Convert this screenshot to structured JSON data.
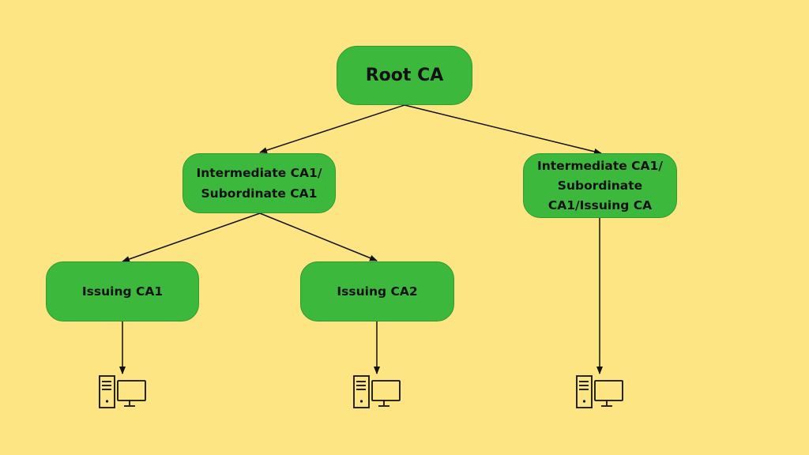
{
  "diagram": {
    "nodes": {
      "root": "Root CA",
      "intermediate_left": "Intermediate CA1/\nSubordinate CA1",
      "intermediate_right": "Intermediate CA1/\nSubordinate\nCA1/Issuing CA",
      "issuing_1": "Issuing CA1",
      "issuing_2": "Issuing CA2"
    },
    "edges": [
      {
        "from": "Root CA",
        "to": "Intermediate CA1/Subordinate CA1"
      },
      {
        "from": "Root CA",
        "to": "Intermediate CA1/Subordinate CA1/Issuing CA"
      },
      {
        "from": "Intermediate CA1/Subordinate CA1",
        "to": "Issuing CA1"
      },
      {
        "from": "Intermediate CA1/Subordinate CA1",
        "to": "Issuing CA2"
      },
      {
        "from": "Issuing CA1",
        "to": "computer"
      },
      {
        "from": "Issuing CA2",
        "to": "computer"
      },
      {
        "from": "Intermediate CA1/Subordinate CA1/Issuing CA",
        "to": "computer"
      }
    ],
    "icons": [
      "computer-icon",
      "computer-icon",
      "computer-icon"
    ],
    "colors": {
      "background": "#fde583",
      "node_fill": "#3cb93c",
      "line": "#111111"
    }
  }
}
